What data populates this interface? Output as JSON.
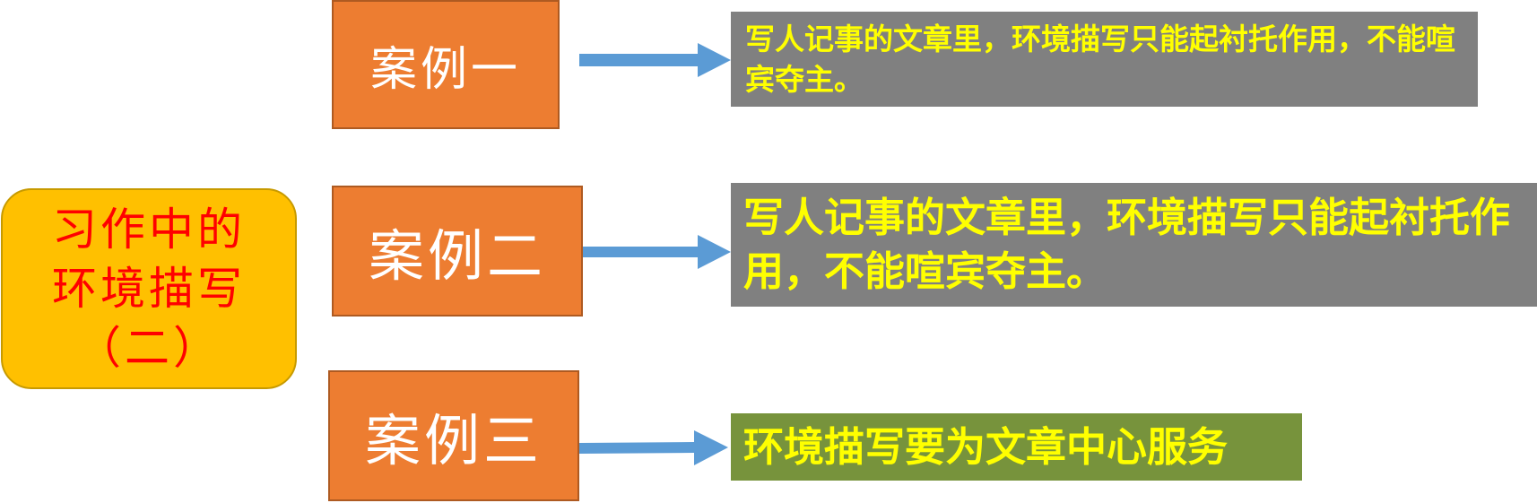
{
  "title": {
    "line1": "习作中的",
    "line2": "环境描写",
    "line3": "（二）"
  },
  "cases": [
    {
      "label": "案例一",
      "note": "写人记事的文章里，环境描写只能起衬托作用，不能喧宾夺主。"
    },
    {
      "label": "案例二",
      "note": "写人记事的文章里，环境描写只能起衬托作用，不能喧宾夺主。"
    },
    {
      "label": "案例三",
      "note": "环境描写要为文章中心服务"
    }
  ],
  "colors": {
    "title_bg": "#ffc000",
    "title_text": "#ff0000",
    "case_bg": "#ed7d31",
    "note_gray": "#808080",
    "note_green": "#77933c",
    "note_text": "#ffff00",
    "arrow": "#5b9bd5"
  }
}
